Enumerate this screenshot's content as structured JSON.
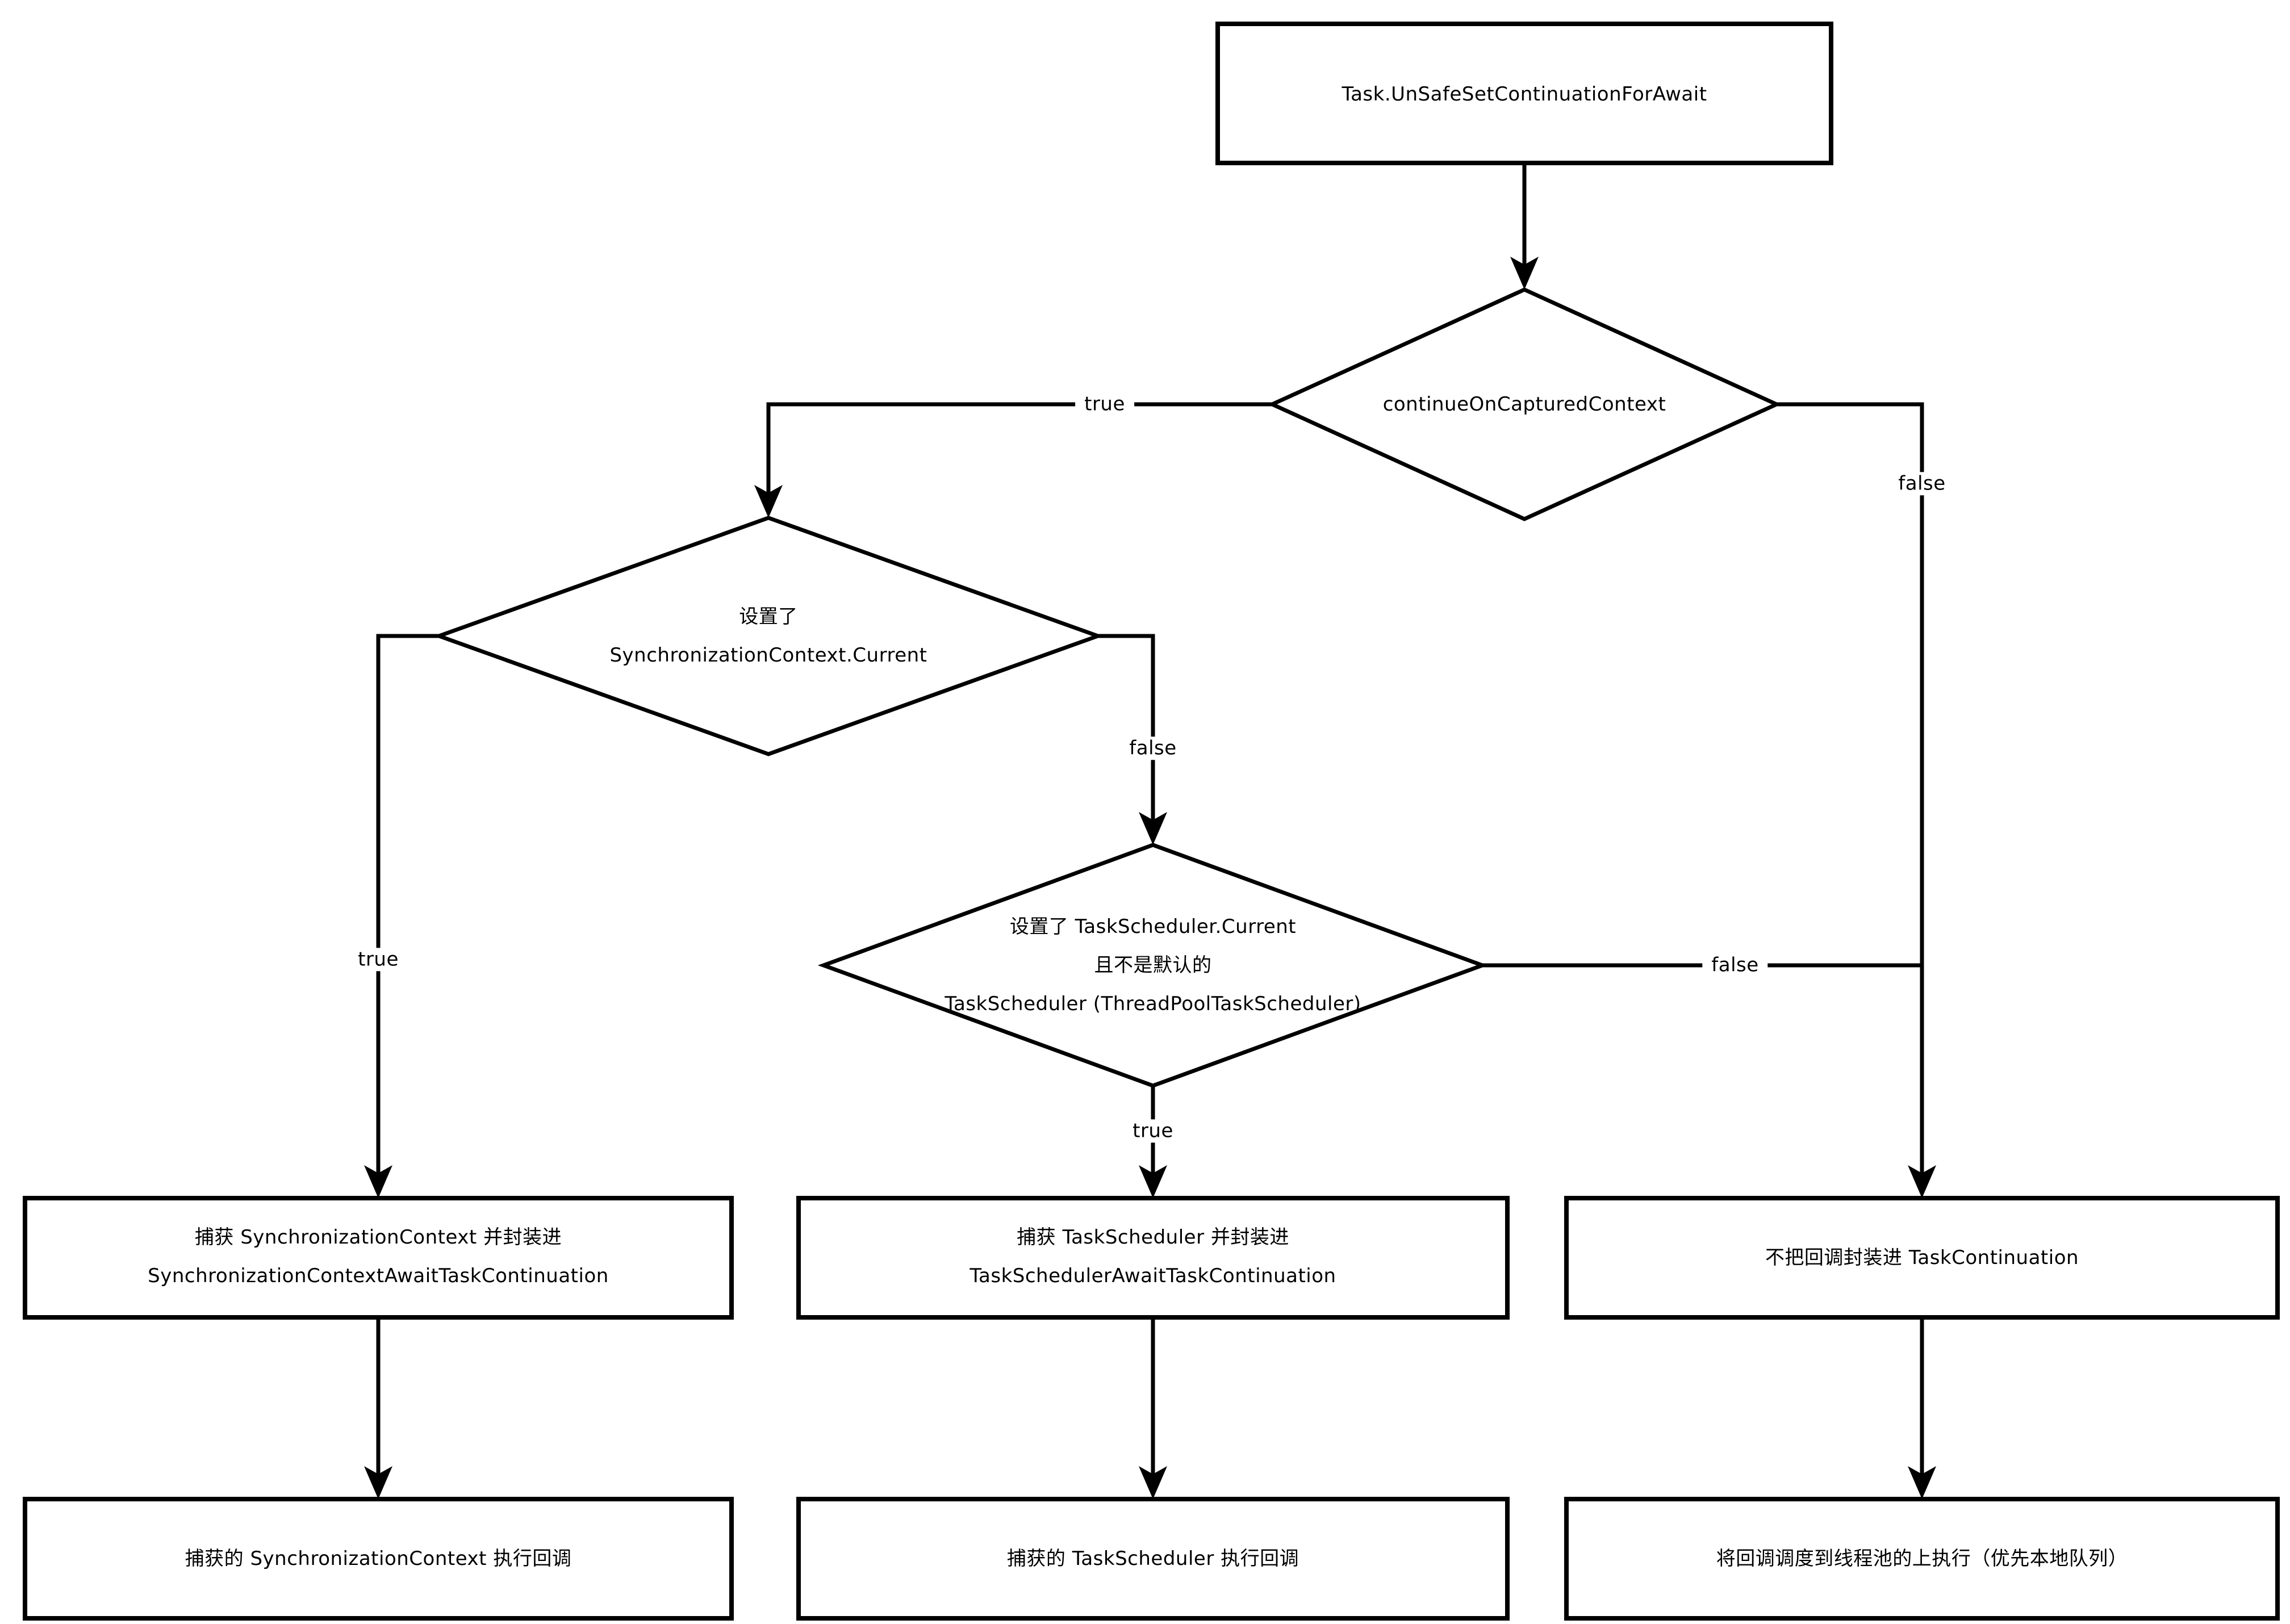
{
  "diagram": {
    "title": "Task.UnSafeSetContinuationForAwait flowchart",
    "background_color": "#ffffff",
    "stroke_color": "#000000",
    "nodes": {
      "start": "Task.UnSafeSetContinuationForAwait",
      "decision_continue_on_captured_context": "continueOnCapturedContext",
      "decision_sync_context": "设置了\nSynchronizationContext.Current",
      "decision_task_scheduler": "设置了 TaskScheduler.Current\n且不是默认的\nTaskScheduler (ThreadPoolTaskScheduler)",
      "capture_sync_context": "捕获 SynchronizationContext 并封装进\nSynchronizationContextAwaitTaskContinuation",
      "capture_task_scheduler": "捕获 TaskScheduler 并封装进\nTaskSchedulerAwaitTaskContinuation",
      "no_task_continuation": "不把回调封装进 TaskContinuation",
      "run_on_sync_context": "捕获的 SynchronizationContext 执行回调",
      "run_on_task_scheduler": "捕获的 TaskScheduler 执行回调",
      "schedule_to_threadpool": "将回调调度到线程池的上执行（优先本地队列）"
    },
    "edge_labels": {
      "d1_true": "true",
      "d1_false": "false",
      "d2_true": "true",
      "d2_false": "false",
      "d3_true": "true",
      "d3_false": "false"
    }
  }
}
